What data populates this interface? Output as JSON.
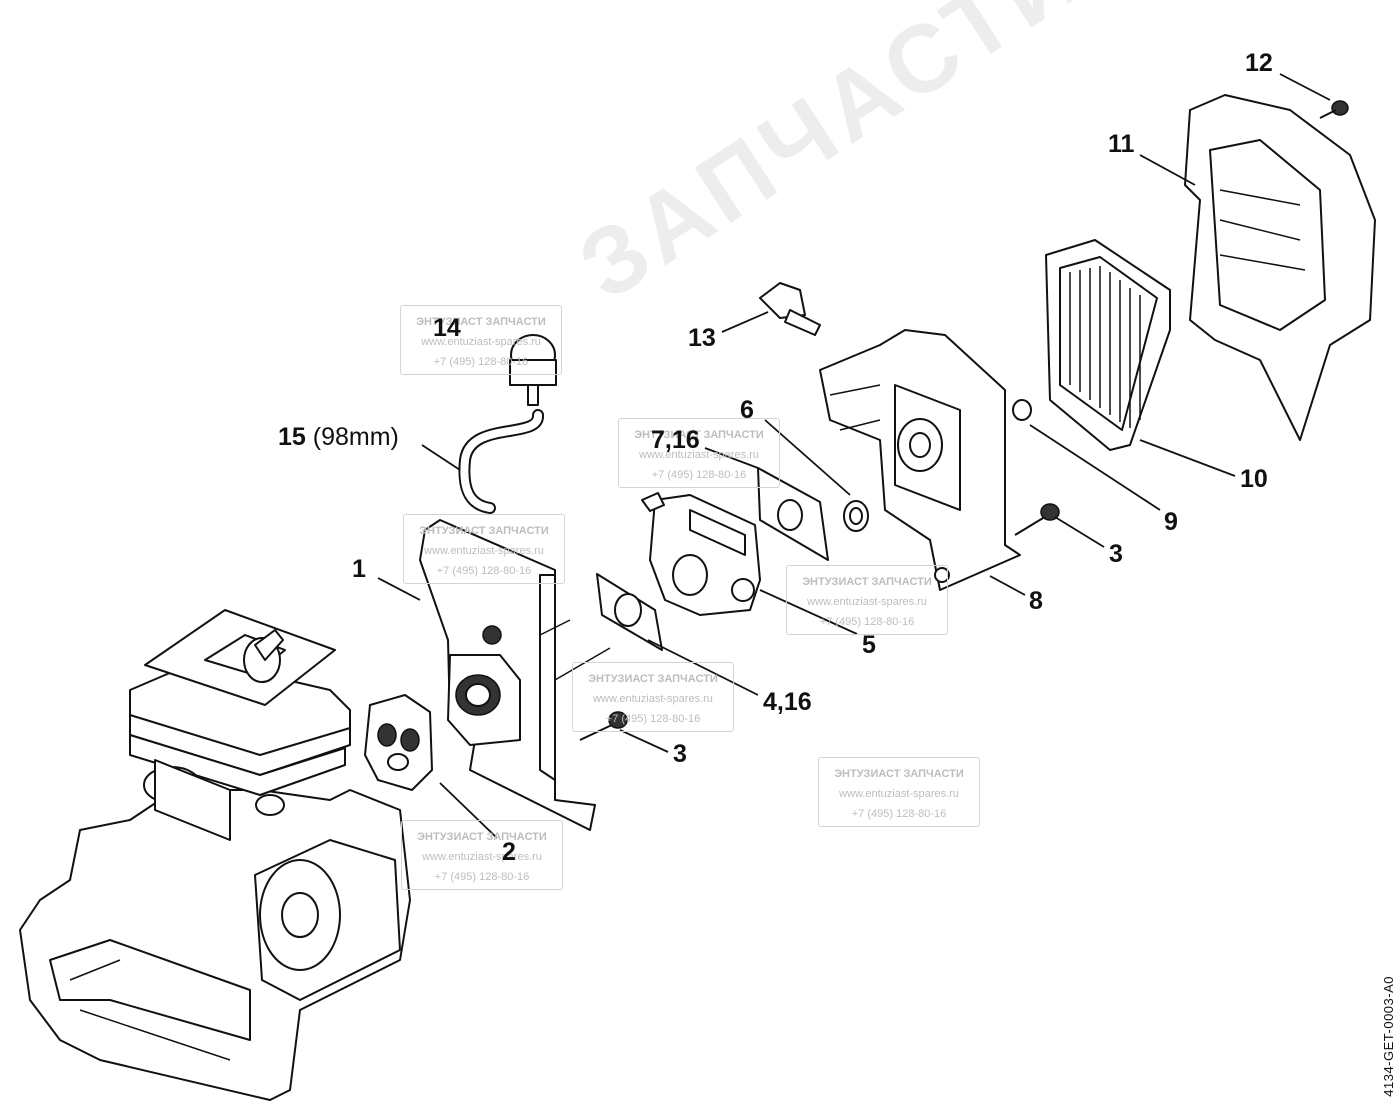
{
  "labels": [
    {
      "id": "1",
      "text": "1"
    },
    {
      "id": "2",
      "text": "2"
    },
    {
      "id": "3a",
      "text": "3"
    },
    {
      "id": "3b",
      "text": "3"
    },
    {
      "id": "4",
      "text": "4,16"
    },
    {
      "id": "5",
      "text": "5"
    },
    {
      "id": "6",
      "text": "6"
    },
    {
      "id": "7",
      "text": "7,16"
    },
    {
      "id": "8",
      "text": "8"
    },
    {
      "id": "9",
      "text": "9"
    },
    {
      "id": "10",
      "text": "10"
    },
    {
      "id": "11",
      "text": "11"
    },
    {
      "id": "12",
      "text": "12"
    },
    {
      "id": "13",
      "text": "13"
    },
    {
      "id": "14",
      "text": "14"
    },
    {
      "id": "15",
      "text": "15",
      "suffix": "(98mm)"
    }
  ],
  "watermark": {
    "title": "ЭНТУЗИАСТ ЗАПЧАСТИ",
    "url": "www.entuziast-spares.ru",
    "phone": "+7 (495) 128-80-16",
    "big_text": "ЗАПЧАСТИ®"
  },
  "drawing_code": "4134-GET-0003-A0"
}
